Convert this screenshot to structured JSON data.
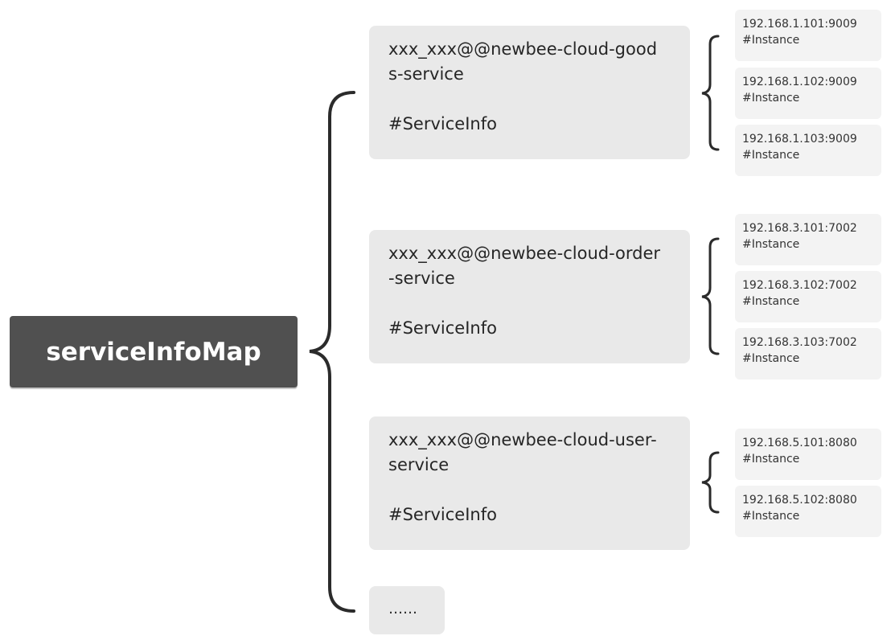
{
  "root": {
    "label": "serviceInfoMap"
  },
  "services": [
    {
      "name": "xxx_xxx@@newbee-cloud-goods-service",
      "tag": "#ServiceInfo",
      "instances": [
        {
          "address": "192.168.1.101:9009",
          "tag": "#Instance"
        },
        {
          "address": "192.168.1.102:9009",
          "tag": "#Instance"
        },
        {
          "address": "192.168.1.103:9009",
          "tag": "#Instance"
        }
      ]
    },
    {
      "name": "xxx_xxx@@newbee-cloud-order-service",
      "tag": "#ServiceInfo",
      "instances": [
        {
          "address": "192.168.3.101:7002",
          "tag": "#Instance"
        },
        {
          "address": "192.168.3.102:7002",
          "tag": "#Instance"
        },
        {
          "address": "192.168.3.103:7002",
          "tag": "#Instance"
        }
      ]
    },
    {
      "name": "xxx_xxx@@newbee-cloud-user-service",
      "tag": "#ServiceInfo",
      "instances": [
        {
          "address": "192.168.5.101:8080",
          "tag": "#Instance"
        },
        {
          "address": "192.168.5.102:8080",
          "tag": "#Instance"
        }
      ]
    }
  ],
  "more": {
    "label": "……"
  },
  "colors": {
    "root_bg": "#505050",
    "node_bg": "#e9e9e9",
    "instance_bg": "#f3f3f3",
    "brace": "#2b2b2b"
  }
}
